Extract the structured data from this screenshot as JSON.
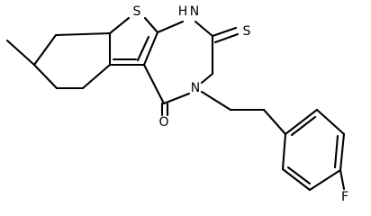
{
  "structure": {
    "atoms": {
      "sulfur_ring": "S",
      "nh": "H",
      "n_top": "N",
      "thione": "S",
      "n_mid": "N",
      "carbonyl_o": "O",
      "fluorine": "F"
    },
    "colors": {
      "bond": "#000000",
      "label": "#000000",
      "background": "#ffffff"
    }
  }
}
